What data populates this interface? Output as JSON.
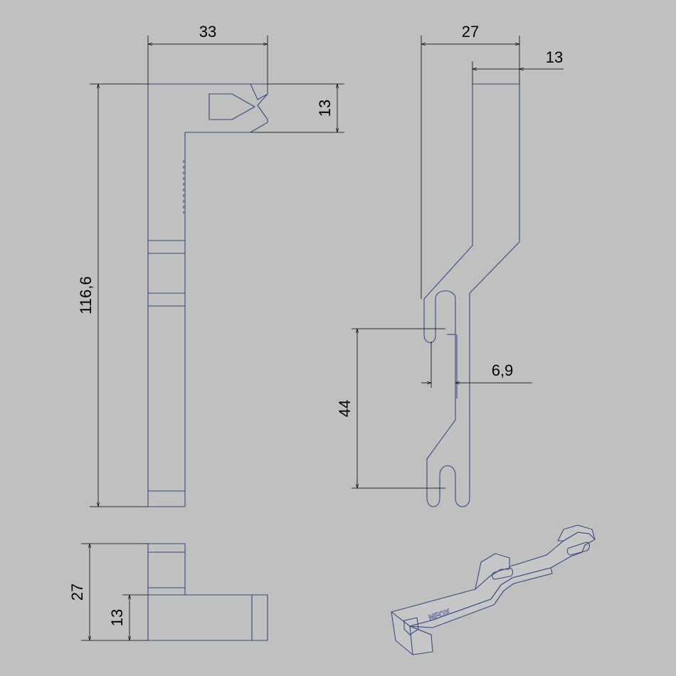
{
  "dimensions": {
    "front_width": "33",
    "front_hook_height": "13",
    "front_total_height": "116,6",
    "side_width": "27",
    "side_top_width": "13",
    "side_slot_width": "6,9",
    "side_slot_pitch": "44",
    "top_width": "27",
    "top_step": "13"
  },
  "logo": "NFOX",
  "colors": {
    "background": "#c0c0c0",
    "outline": "#3a4a7a",
    "dimension": "#000000"
  }
}
